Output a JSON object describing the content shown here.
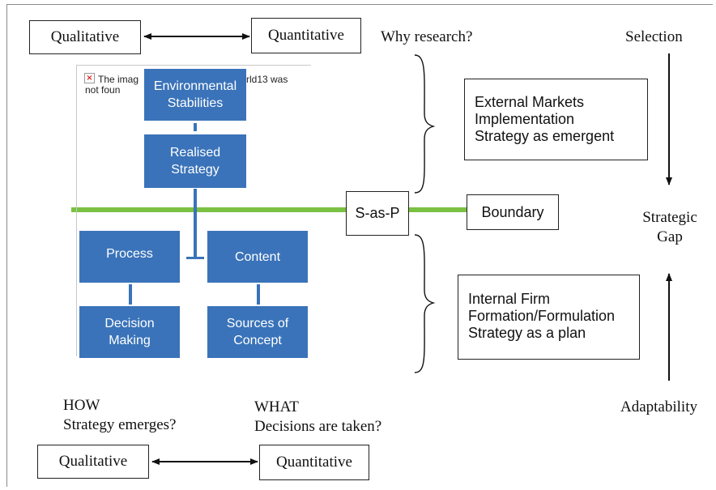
{
  "top": {
    "qualitative": "Qualitative",
    "quantitative": "Quantitative",
    "why_research": "Why research?",
    "selection": "Selection"
  },
  "broken_image": {
    "text_left_1": "The imag",
    "text_left_2": "not foun",
    "text_right": "rld13 was"
  },
  "blocks": {
    "environmental": [
      "Environmental",
      "Stabilities"
    ],
    "realised": [
      "Realised",
      "Strategy"
    ],
    "process": "Process",
    "content": "Content",
    "decision": [
      "Decision",
      "Making"
    ],
    "sources": [
      "Sources of",
      "Concept"
    ]
  },
  "center": {
    "sasp": "S-as-P",
    "boundary": "Boundary"
  },
  "external_box": [
    "External Markets",
    "Implementation",
    "Strategy as emergent"
  ],
  "internal_box": [
    "Internal Firm",
    "Formation/Formulation",
    "Strategy as a plan"
  ],
  "right": {
    "strategic_gap": [
      "Strategic",
      "Gap"
    ],
    "adaptability": "Adaptability"
  },
  "bottom": {
    "how": [
      "HOW",
      "Strategy emerges?"
    ],
    "what": [
      "WHAT",
      "Decisions are taken?"
    ],
    "qualitative": "Qualitative",
    "quantitative": "Quantitative"
  },
  "colors": {
    "block_blue": "#3a73b9",
    "boundary_green": "#7ac143",
    "outline": "#222222"
  }
}
